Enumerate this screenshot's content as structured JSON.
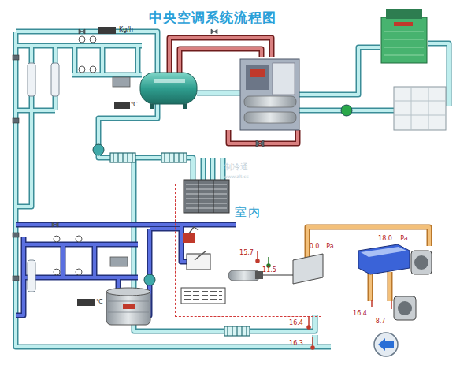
{
  "diagram": {
    "title": "中央空调系统流程图",
    "nodes": [
      {
        "text": [
          "室内"
        ]
      }
    ],
    "labels": [
      "Kg/h",
      "℃",
      "℃",
      "制冷通",
      "www.zlt.cc",
      "15.7",
      "11.5",
      "0.0",
      "Pa",
      "18.0",
      "Pa",
      "16.4",
      "8.7",
      "16.4",
      "16.3"
    ]
  }
}
